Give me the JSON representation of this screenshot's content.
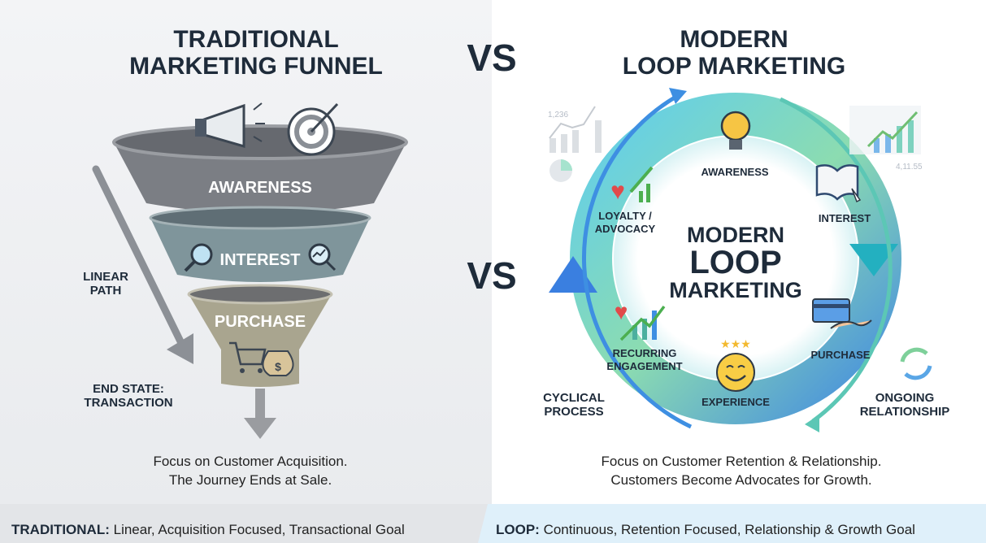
{
  "left": {
    "title_line1": "TRADITIONAL",
    "title_line2": "MARKETING FUNNEL",
    "stages": [
      "AWARENESS",
      "INTEREST",
      "PURCHASE"
    ],
    "linear_path": [
      "LINEAR",
      "PATH"
    ],
    "end_state": [
      "END STATE:",
      "TRANSACTION"
    ],
    "caption": [
      "Focus on Customer Acquisition.",
      "The Journey Ends at Sale."
    ]
  },
  "vs_label": "VS",
  "right": {
    "title_line1": "MODERN",
    "title_line2": "LOOP MARKETING",
    "center": [
      "MODERN",
      "LOOP",
      "MARKETING"
    ],
    "stages": {
      "awareness": "AWARENESS",
      "interest": "INTEREST",
      "purchase": "PURCHASE",
      "experience": "EXPERIENCE",
      "recurring": [
        "RECURRING",
        "ENGAGEMENT"
      ],
      "loyalty": [
        "LOYALTY /",
        "ADVOCACY"
      ]
    },
    "cyclical": [
      "CYCLICAL",
      "PROCESS"
    ],
    "ongoing": [
      "ONGOING",
      "RELATIONSHIP"
    ],
    "deco_numbers": [
      "1,236",
      "4,11.55"
    ],
    "caption": [
      "Focus on Customer Retention & Relationship.",
      "Customers Become Advocates for Growth."
    ]
  },
  "footer": {
    "traditional_key": "TRADITIONAL:",
    "traditional_text": "Linear, Acquisition Focused, Transactional Goal",
    "loop_key": "LOOP:",
    "loop_text": "Continuous, Retention Focused, Relationship & Growth Goal"
  },
  "colors": {
    "navy": "#1e2b3a",
    "funnel_top": "#7b7e84",
    "funnel_mid": "#7f959b",
    "funnel_bottom": "#a9a58f",
    "loop_blue": "#3f8fe0",
    "loop_green": "#7fd8a0",
    "footer_left": "#e3e5e8",
    "footer_right": "#dff0fa"
  }
}
